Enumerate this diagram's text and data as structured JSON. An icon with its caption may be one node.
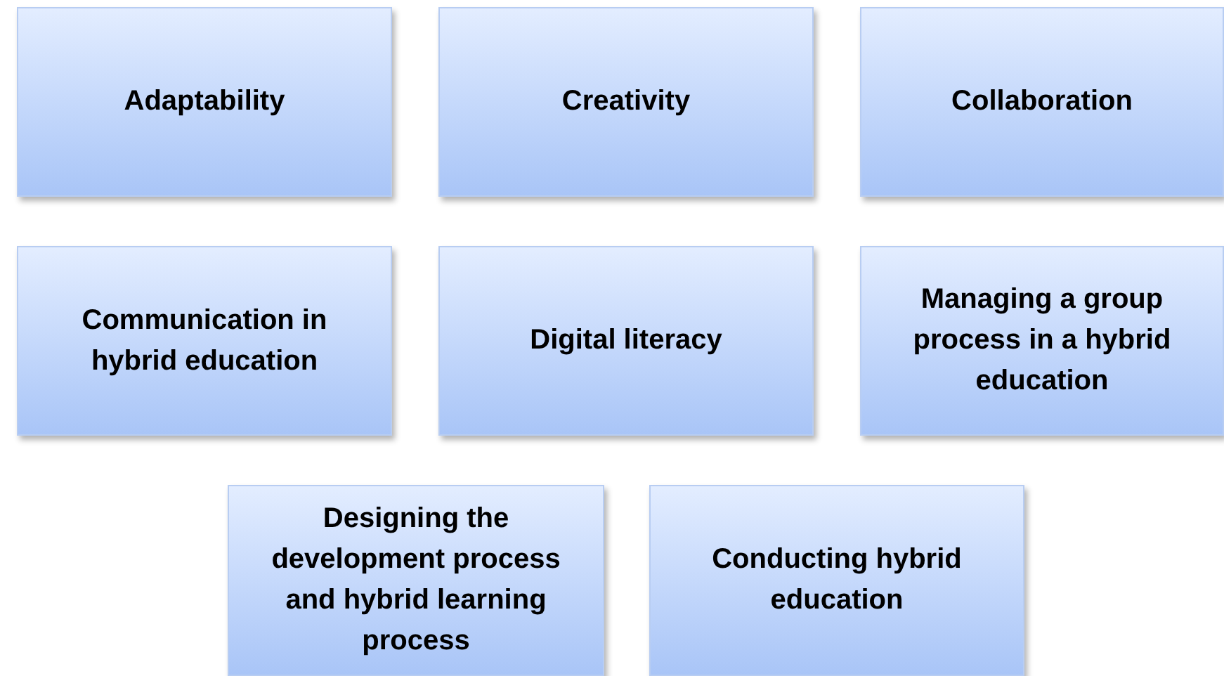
{
  "diagram": {
    "nodes": [
      {
        "text": [
          "Adaptability"
        ]
      },
      {
        "text": [
          "Creativity"
        ]
      },
      {
        "text": [
          "Collaboration"
        ]
      },
      {
        "text": [
          "Communication in hybrid education"
        ]
      },
      {
        "text": [
          "Digital literacy"
        ]
      },
      {
        "text": [
          "Managing a group process in a hybrid education"
        ]
      },
      {
        "text": [
          "Designing the development process and hybrid learning process"
        ]
      },
      {
        "text": [
          "Conducting hybrid education"
        ]
      }
    ]
  }
}
